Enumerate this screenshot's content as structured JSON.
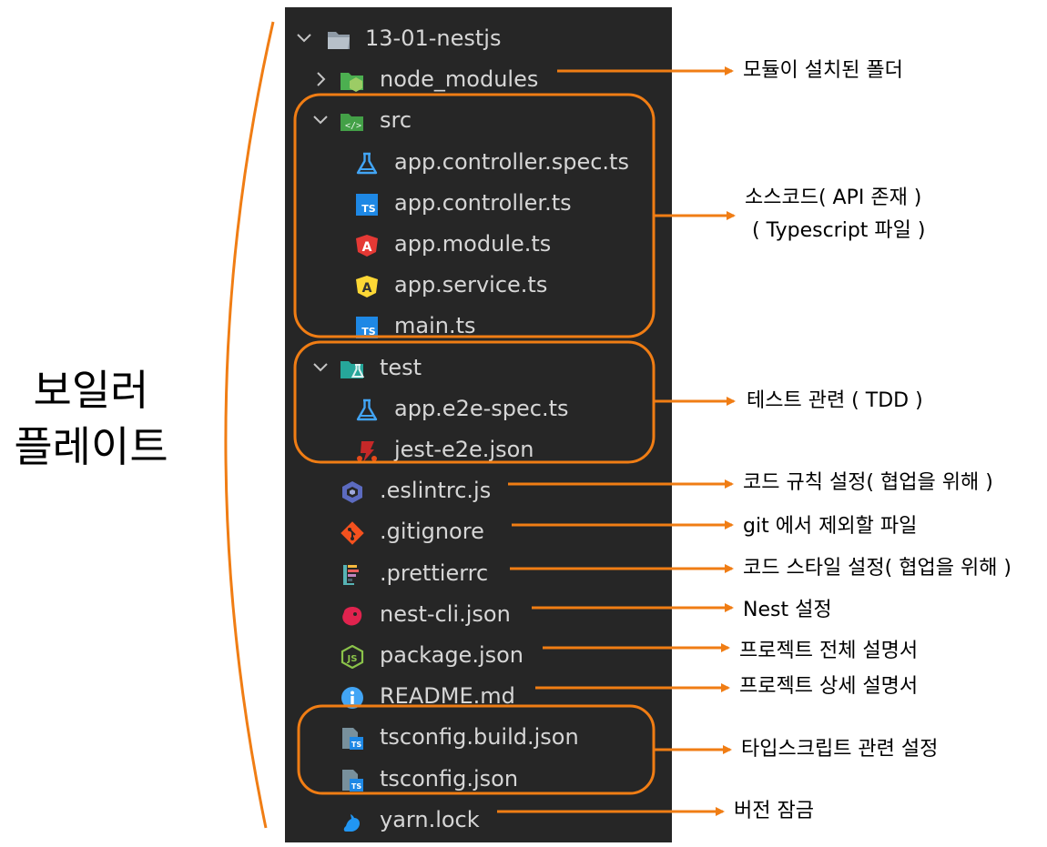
{
  "explorer": {
    "items": [
      {
        "label": "13-01-nestjs",
        "icon": "folder-open-icon",
        "chevron": "expanded"
      },
      {
        "label": "node_modules",
        "icon": "nodejs-folder-icon",
        "chevron": "collapsed"
      },
      {
        "label": "src",
        "icon": "source-folder-icon",
        "chevron": "expanded"
      },
      {
        "label": "app.controller.spec.ts",
        "icon": "test-flask-icon"
      },
      {
        "label": "app.controller.ts",
        "icon": "typescript-icon"
      },
      {
        "label": "app.module.ts",
        "icon": "angular-red-icon"
      },
      {
        "label": "app.service.ts",
        "icon": "angular-yellow-icon"
      },
      {
        "label": "main.ts",
        "icon": "typescript-icon"
      },
      {
        "label": "test",
        "icon": "test-folder-icon",
        "chevron": "expanded"
      },
      {
        "label": "app.e2e-spec.ts",
        "icon": "test-flask-icon"
      },
      {
        "label": "jest-e2e.json",
        "icon": "jest-icon"
      },
      {
        "label": ".eslintrc.js",
        "icon": "eslint-icon"
      },
      {
        "label": ".gitignore",
        "icon": "git-icon"
      },
      {
        "label": ".prettierrc",
        "icon": "prettier-icon"
      },
      {
        "label": "nest-cli.json",
        "icon": "nestjs-icon"
      },
      {
        "label": "package.json",
        "icon": "nodejs-icon"
      },
      {
        "label": "README.md",
        "icon": "info-icon"
      },
      {
        "label": "tsconfig.build.json",
        "icon": "tsconfig-icon"
      },
      {
        "label": "tsconfig.json",
        "icon": "tsconfig-icon"
      },
      {
        "label": "yarn.lock",
        "icon": "yarn-icon"
      }
    ]
  },
  "annotations": {
    "node_modules": "모듈이 설치된 폴더",
    "src_line1": "소스코드( API 존재 )",
    "src_line2": "( Typescript 파일 )",
    "test": "테스트 관련 ( TDD )",
    "eslint": "코드 규칙 설정( 협업을 위해 )",
    "gitignore": "git 에서 제외할 파일",
    "prettier": "코드 스타일 설정( 협업을 위해 )",
    "nestcli": "Nest 설정",
    "package": "프로젝트 전체 설명서",
    "readme": "프로젝트 상세 설명서",
    "tsconfig": "타입스크립트 관련 설정",
    "yarn": "버전 잠금"
  },
  "boilerplate": {
    "line1": "보일러",
    "line2": "플레이트"
  },
  "colors": {
    "highlight": "#f07d14",
    "panel_bg": "#262626",
    "text": "#d6d6d6"
  }
}
